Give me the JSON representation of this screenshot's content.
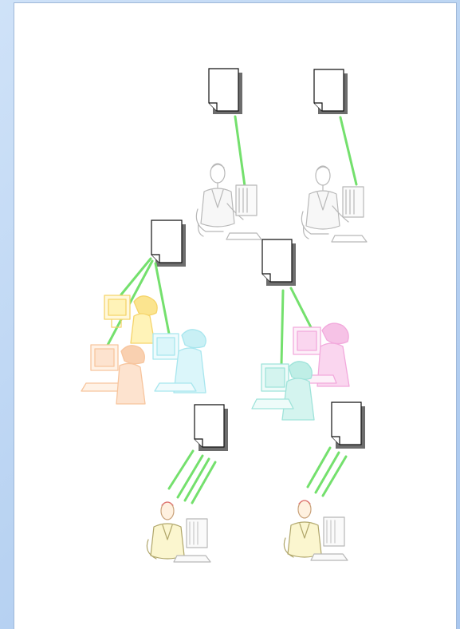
{
  "colors": {
    "background": "#b9d3f2",
    "page": "#ffffff",
    "connector": "#74e06d",
    "document_shadow": "#6d6d6d",
    "clipart_gray": "#b8b8b8",
    "clipart_yellow": "#f5d46a",
    "clipart_orange": "#f7c59e",
    "clipart_cyan": "#a8e6ee",
    "clipart_pink": "#f2a9dc",
    "clipart_teal": "#9fe3da",
    "clipart_red_accent": "#e07070"
  },
  "nodes": [
    {
      "id": "doc-top-left",
      "kind": "document-icon"
    },
    {
      "id": "doc-top-right",
      "kind": "document-icon"
    },
    {
      "id": "doc-mid-left",
      "kind": "document-icon"
    },
    {
      "id": "doc-mid-right",
      "kind": "document-icon"
    },
    {
      "id": "doc-bottom-left",
      "kind": "document-icon"
    },
    {
      "id": "doc-bottom-right",
      "kind": "document-icon"
    },
    {
      "id": "worker-top-left",
      "kind": "person-at-computer-icon",
      "tint": "gray"
    },
    {
      "id": "worker-top-right",
      "kind": "person-at-computer-icon",
      "tint": "gray"
    },
    {
      "id": "team-mid-left",
      "kind": "group-at-computers-icon",
      "tint": [
        "yellow",
        "orange",
        "cyan"
      ]
    },
    {
      "id": "team-mid-right",
      "kind": "group-at-computers-icon",
      "tint": [
        "pink",
        "teal"
      ]
    },
    {
      "id": "worker-bottom-left",
      "kind": "person-at-computer-icon",
      "tint": "color"
    },
    {
      "id": "worker-bottom-right",
      "kind": "person-at-computer-icon",
      "tint": "color"
    }
  ],
  "edges": [
    {
      "from": "doc-top-left",
      "to": "worker-top-left"
    },
    {
      "from": "doc-top-right",
      "to": "worker-top-right"
    },
    {
      "from": "doc-mid-left",
      "to": "team-mid-left"
    },
    {
      "from": "doc-mid-right",
      "to": "team-mid-right"
    },
    {
      "from": "doc-bottom-left",
      "to": "worker-bottom-left"
    },
    {
      "from": "doc-bottom-right",
      "to": "worker-bottom-right"
    }
  ]
}
